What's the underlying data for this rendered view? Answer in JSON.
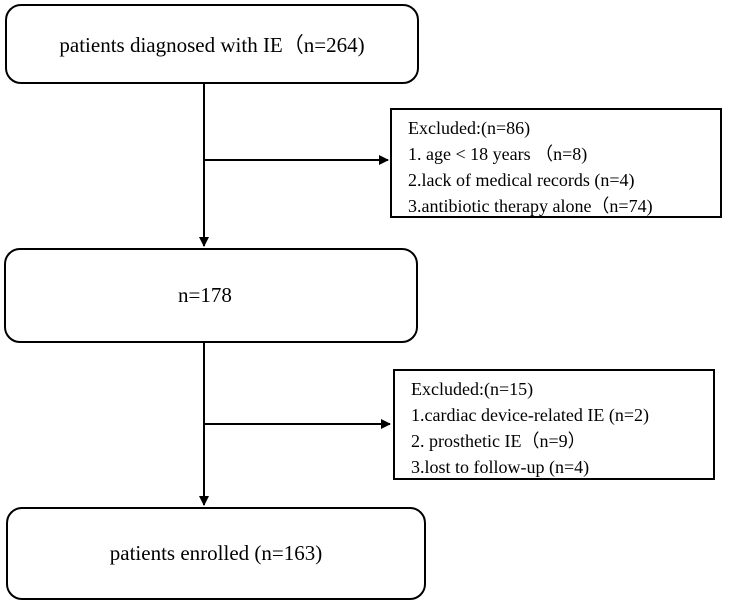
{
  "flow": {
    "box1": "patients diagnosed with IE（n=264)",
    "box2": "n=178",
    "box3": "patients enrolled (n=163)"
  },
  "exclusion1": {
    "header": "Excluded:(n=86)",
    "items": [
      "1. age  < 18 years  （n=8)",
      "2.lack of medical records (n=4)",
      "3.antibiotic therapy alone（n=74)"
    ]
  },
  "exclusion2": {
    "header": "Excluded:(n=15)",
    "items": [
      "1.cardiac device-related IE (n=2)",
      "2. prosthetic IE（n=9）",
      "3.lost to follow-up (n=4)"
    ]
  }
}
